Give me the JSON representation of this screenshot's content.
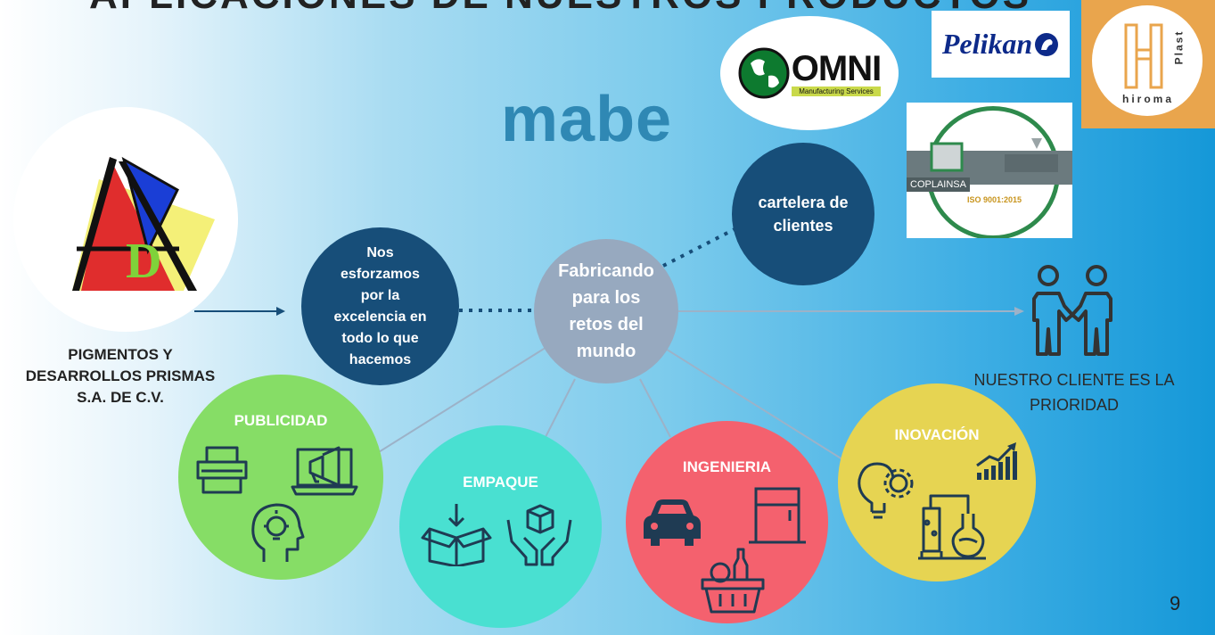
{
  "slide": {
    "title": "APLICACIONES DE NUESTROS PRODUCTOS",
    "page_number": "9"
  },
  "company": {
    "name_lines": [
      "PIGMENTOS Y",
      "DESARROLLOS PRISMAS",
      "S.A. DE C.V."
    ]
  },
  "center": {
    "lines": [
      "Fabricando",
      "para los",
      "retos del",
      "mundo"
    ]
  },
  "effort": {
    "lines": [
      "Nos",
      "esforzamos",
      "por la",
      "excelencia en",
      "todo lo que",
      "hacemos"
    ]
  },
  "clients_billboard": {
    "lines": [
      "cartelera de",
      "clientes"
    ]
  },
  "client_priority": {
    "lines": [
      "NUESTRO CLIENTE ES LA",
      "PRIORIDAD"
    ]
  },
  "categories": {
    "publicidad": "PUBLICIDAD",
    "empaque": "EMPAQUE",
    "ingenieria": "INGENIERIA",
    "inovacion": "INOVACIÓN"
  },
  "logos": {
    "mabe": "mabe",
    "omni": "OMNI",
    "omni_sub": "Manufacturing Services",
    "pelikan": "Pelikan",
    "hiroma": "hiroma",
    "hiroma_plast": "Plast",
    "coplainsa": "COPLAINSA",
    "coplainsa_iso": "ISO 9001:2015"
  },
  "colors": {
    "dark_circle": "#174e79",
    "center_circle": "#97a9bf",
    "publicidad": "#86dd66",
    "empaque": "#49e0d1",
    "ingenieria": "#f4616e",
    "inovacion": "#e6d452",
    "mabe": "#2f88b4"
  }
}
